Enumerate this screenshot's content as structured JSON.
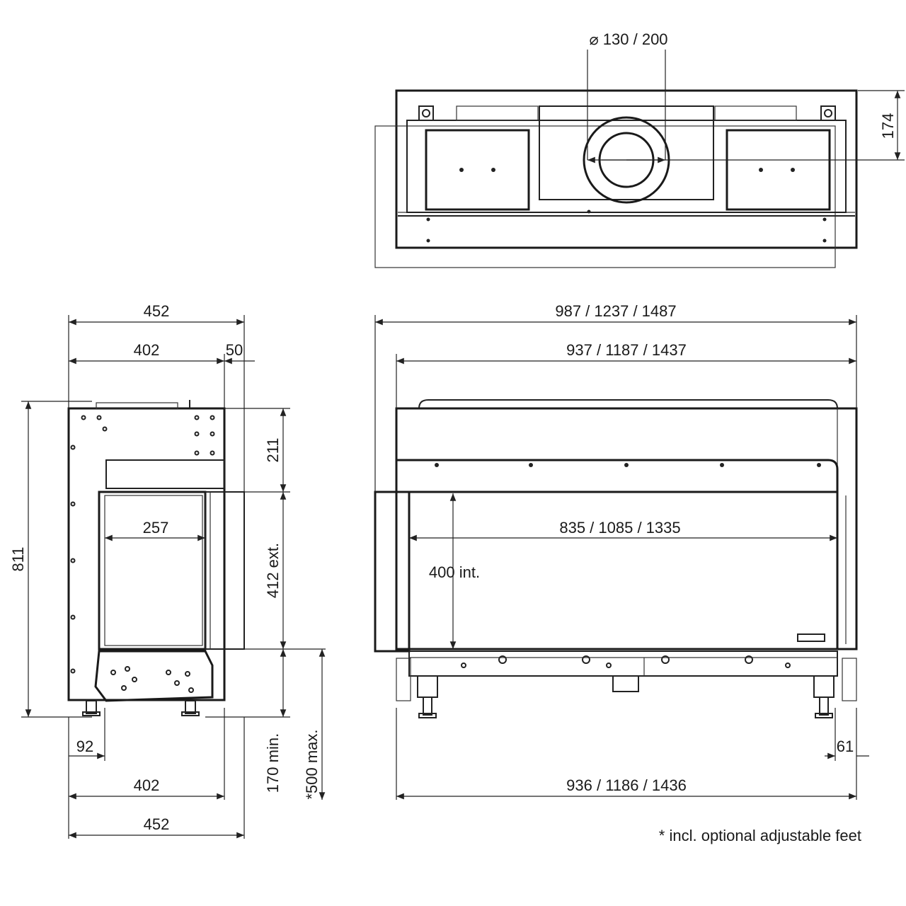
{
  "top_view": {
    "flue_diameter": "130 / 200",
    "depth": "174"
  },
  "side_view": {
    "overall_width_top": "452",
    "body_width_top": "402",
    "frame_offset": "50",
    "overall_height": "811",
    "upper_section": "211",
    "glass_depth": "257",
    "opening_height": "412 ext.",
    "feet_min": "170 min.",
    "feet_max": "*500 max.",
    "foot_offset": "92",
    "body_width_bottom": "402",
    "overall_width_bottom": "452"
  },
  "front_view": {
    "overall_width": "987 / 1237 / 1487",
    "body_width": "937 / 1187 / 1437",
    "glass_width": "835 / 1085 / 1335",
    "opening_height": "400 int.",
    "foot_offset": "61",
    "base_width": "936 / 1186 / 1436"
  },
  "footnote": "* incl. optional adjustable feet"
}
